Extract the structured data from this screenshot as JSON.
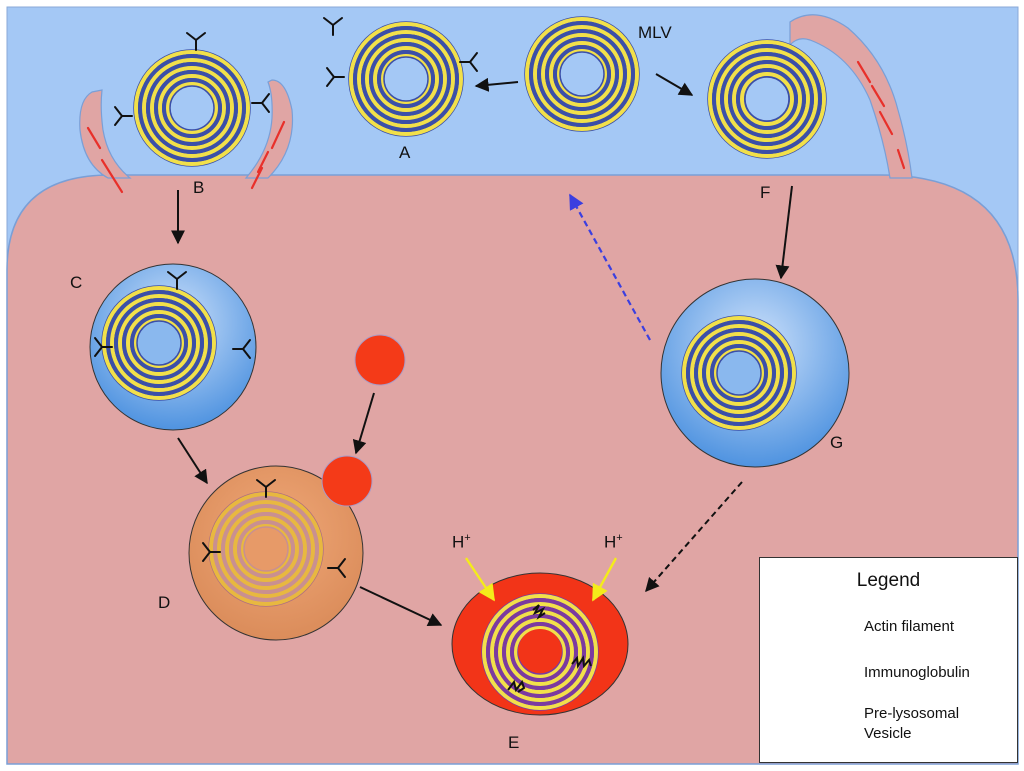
{
  "labels": {
    "mlv": "MLV",
    "a": "A",
    "b": "B",
    "c": "C",
    "d": "D",
    "e": "E",
    "f": "F",
    "g": "G"
  },
  "protons": {
    "left": "H",
    "right": "H",
    "sign": "+"
  },
  "legend": {
    "title": "Legend",
    "actin": "Actin filament",
    "immunoglobulin": "Immunoglobulin",
    "vesicle_line1": "Pre-lysosomal",
    "vesicle_line2": "Vesicle"
  },
  "colors": {
    "extracellular": "#a4c8f5",
    "cytoplasm": "#e0a5a4",
    "membrane_outline": "#7a9fd6",
    "ring_yellow": "#f2e04a",
    "ring_blue": "#3b4fa8",
    "ring_purple": "#7b3aa0",
    "actin": "#e8302a",
    "vesicle_red": "#f43a18",
    "endosome_blue": "#5aa0e8",
    "endosome_orange": "#e08a55",
    "lysosome_red": "#f23418",
    "proton_arrow": "#f4ec1a",
    "recycle_arrow": "#3b3fe0"
  },
  "icons": [
    "actin-filament-icon",
    "immunoglobulin-icon",
    "vesicle-icon",
    "arrow-icon"
  ]
}
